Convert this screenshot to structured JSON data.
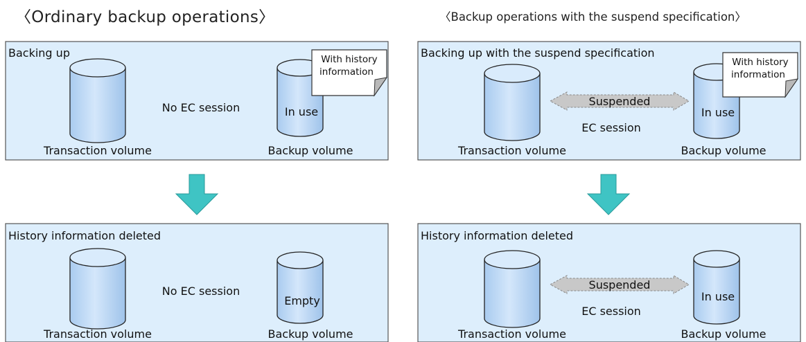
{
  "headings": {
    "left": "〈Ordinary backup operations〉",
    "right": "〈Backup operations with the suspend specification〉"
  },
  "panels": {
    "ordinary_backup": {
      "title": "Backing up",
      "transaction_label": "Transaction volume",
      "backup_label": "Backup volume",
      "backup_state": "In use",
      "session_text": "No EC session",
      "note_line1": "With history",
      "note_line2": "information"
    },
    "ordinary_deleted": {
      "title": "History information deleted",
      "transaction_label": "Transaction volume",
      "backup_label": "Backup volume",
      "backup_state": "Empty",
      "session_text": "No EC session"
    },
    "suspend_backup": {
      "title": "Backing up with the suspend specification",
      "transaction_label": "Transaction volume",
      "backup_label": "Backup volume",
      "backup_state": "In use",
      "arrow_label": "Suspended",
      "session_text": "EC session",
      "note_line1": "With history",
      "note_line2": "information"
    },
    "suspend_deleted": {
      "title": "History information deleted",
      "transaction_label": "Transaction volume",
      "backup_label": "Backup volume",
      "backup_state": "In use",
      "arrow_label": "Suspended",
      "session_text": "EC session"
    }
  },
  "colors": {
    "panel_fill": "#ddeefc",
    "panel_border": "#555555",
    "cylinder_fill": "#bcd8f4",
    "flow_arrow": "#3fc4c4",
    "suspend_arrow": "#c8c8c8"
  }
}
